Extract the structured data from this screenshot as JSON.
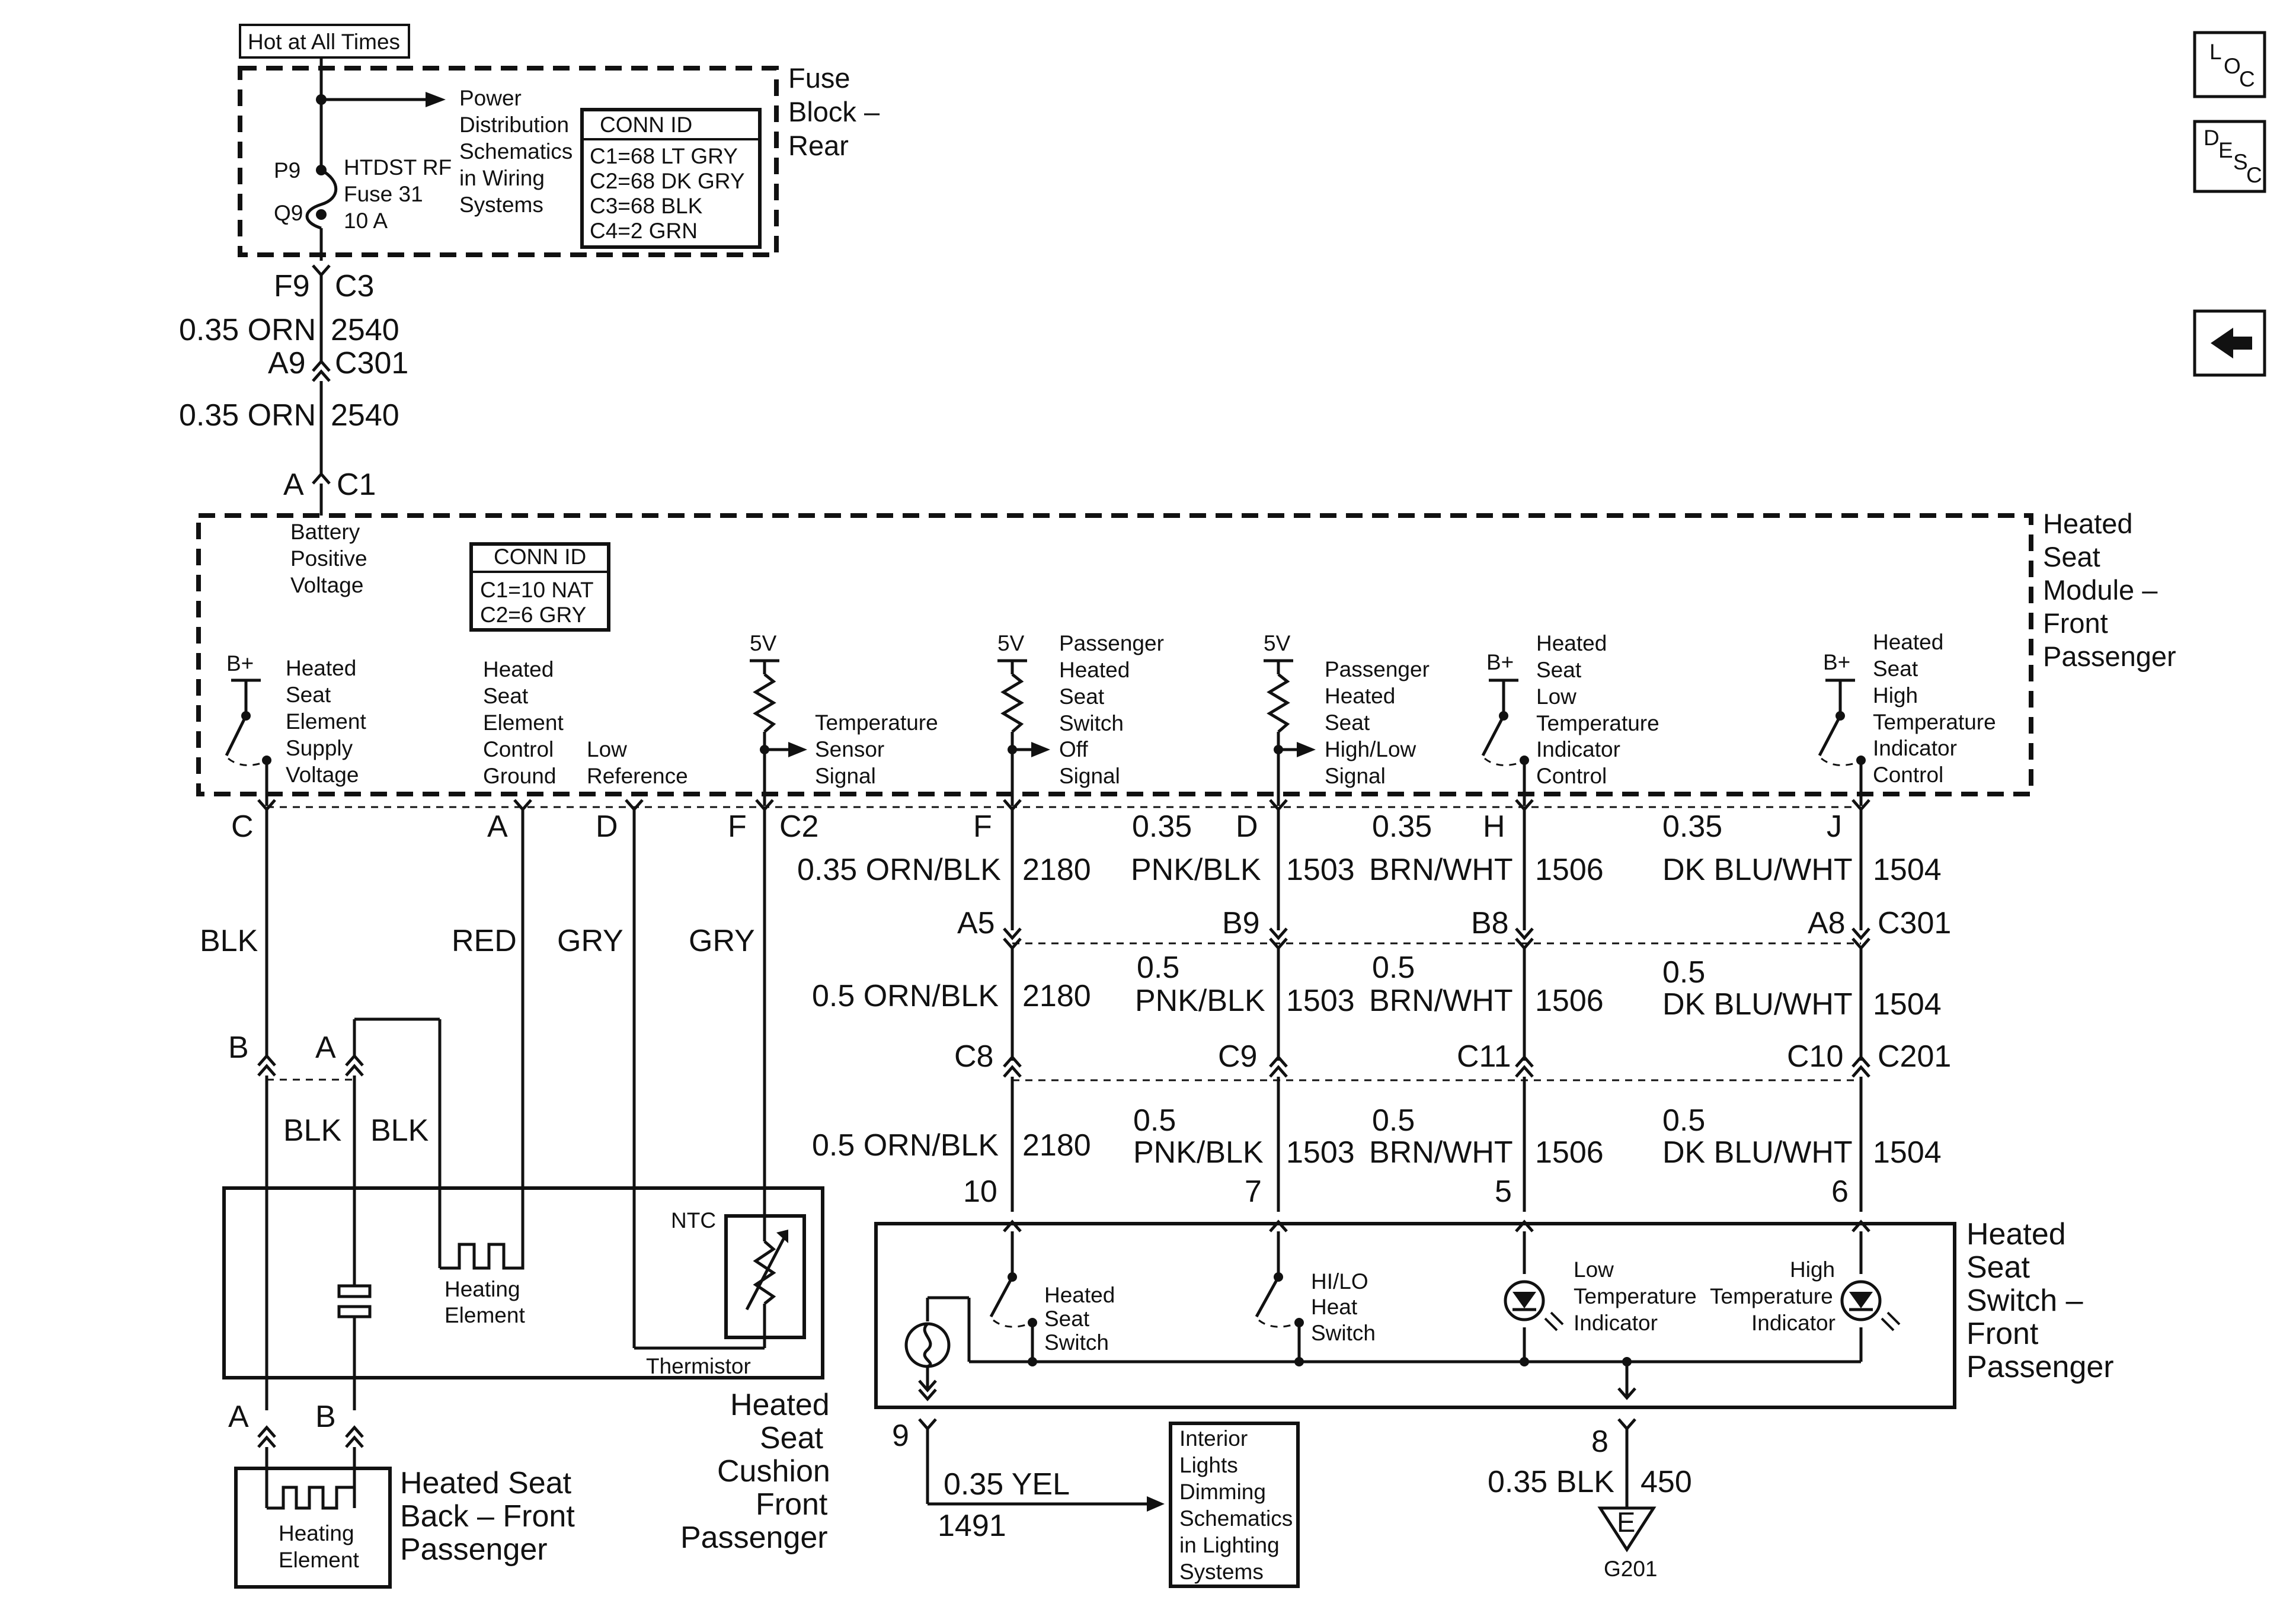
{
  "nav": {
    "loc": {
      "l1": "L",
      "l2": "O",
      "l3": "C"
    },
    "desc": {
      "l1": "D",
      "l2": "E",
      "l3": "S",
      "l4": "C"
    },
    "back_arrow": "left-arrow-icon"
  },
  "top_tag": "Hot at All Times",
  "fuse_block": {
    "title": [
      "Fuse",
      "Block –",
      "Rear"
    ],
    "pin_p": "P9",
    "pin_q": "Q9",
    "fuse_desc": [
      "HTDST RF",
      "Fuse 31",
      "10 A"
    ],
    "power_dist": [
      "Power",
      "Distribution",
      "Schematics",
      "in Wiring",
      "Systems"
    ],
    "conn_title": "CONN ID",
    "conn_lines": [
      "C1=68 LT GRY",
      "C2=68 DK GRY",
      "C3=68 BLK",
      "C4=2 GRN"
    ]
  },
  "feed": {
    "pin1": "F9",
    "conn1": "C3",
    "wire1": "0.35 ORN",
    "circ1": "2540",
    "pin2": "A9",
    "conn2": "C301",
    "wire2": "0.35 ORN",
    "circ2": "2540",
    "pin3": "A",
    "conn3": "C1"
  },
  "module": {
    "title": [
      "Heated",
      "Seat",
      "Module –",
      "Front",
      "Passenger"
    ],
    "batt_label": [
      "Battery",
      "Positive",
      "Voltage"
    ],
    "conn_title": "CONN ID",
    "conn_lines": [
      "C1=10 NAT",
      "C2=6 GRY"
    ],
    "bplus": "B+",
    "five_v": "5V",
    "supply_label": [
      "Heated",
      "Seat",
      "Element",
      "Supply",
      "Voltage"
    ],
    "control_label": [
      "Heated",
      "Seat",
      "Element",
      "Control",
      "Ground"
    ],
    "lowref_label": [
      "Low",
      "Reference"
    ],
    "temp_label": [
      "Temperature",
      "Sensor",
      "Signal"
    ],
    "off_label": [
      "Passenger",
      "Heated",
      "Seat",
      "Switch",
      "Off",
      "Signal"
    ],
    "hilo_label": [
      "Passenger",
      "Heated",
      "Seat",
      "High/Low",
      "Signal"
    ],
    "lowind_label": [
      "Heated",
      "Seat",
      "Low",
      "Temperature",
      "Indicator",
      "Control"
    ],
    "highind_label": [
      "Heated",
      "Seat",
      "High",
      "Temperature",
      "Indicator",
      "Control"
    ]
  },
  "left_wires": {
    "pin_c": "C",
    "pin_a": "A",
    "pin_d": "D",
    "pin_f": "F",
    "conn": "C2",
    "blk": "BLK",
    "red": "RED",
    "gry1": "GRY",
    "gry2": "GRY",
    "conn_b": "B",
    "conn_a": "A",
    "blk_b": "BLK",
    "blk_a": "BLK"
  },
  "cushion": {
    "ntc": "NTC",
    "heating": [
      "Heating",
      "Element"
    ],
    "thermistor": "Thermistor",
    "title": [
      "Heated",
      "Seat",
      "Cushion",
      "Front",
      "Passenger"
    ],
    "pin_a": "A",
    "pin_b": "B"
  },
  "back": {
    "heating": [
      "Heating",
      "Element"
    ],
    "title": [
      "Heated Seat",
      "Back – Front",
      "Passenger"
    ]
  },
  "right_wires": {
    "c2_pins": [
      "F",
      "D",
      "H",
      "J"
    ],
    "row1": {
      "size1": "0.35 ORN/BLK",
      "circ1": "2180",
      "size2": "0.35",
      "color2": "PNK/BLK",
      "circ2": "1503",
      "size3": "0.35",
      "color3": "BRN/WHT",
      "circ3": "1506",
      "size4": "0.35",
      "color4": "DK BLU/WHT",
      "circ4": "1504"
    },
    "c301_pins": [
      "A5",
      "B9",
      "B8",
      "A8"
    ],
    "c301": "C301",
    "row2": {
      "size1": "0.5 ORN/BLK",
      "circ1": "2180",
      "size2": "0.5",
      "color2": "PNK/BLK",
      "circ2": "1503",
      "size3": "0.5",
      "color3": "BRN/WHT",
      "circ3": "1506",
      "size4": "0.5",
      "color4": "DK BLU/WHT",
      "circ4": "1504"
    },
    "c201_pins": [
      "C8",
      "C9",
      "C11",
      "C10"
    ],
    "c201": "C201",
    "row3": {
      "size1": "0.5 ORN/BLK",
      "circ1": "2180",
      "size2": "0.5",
      "color2": "PNK/BLK",
      "circ2": "1503",
      "size3": "0.5",
      "color3": "BRN/WHT",
      "circ3": "1506",
      "size4": "0.5",
      "color4": "DK BLU/WHT",
      "circ4": "1504"
    },
    "switch_pins": [
      "10",
      "7",
      "5",
      "6"
    ]
  },
  "switch": {
    "title": [
      "Heated",
      "Seat",
      "Switch –",
      "Front",
      "Passenger"
    ],
    "heated_switch": [
      "Heated",
      "Seat",
      "Switch"
    ],
    "hilo_switch": [
      "HI/LO",
      "Heat",
      "Switch"
    ],
    "low_ind": [
      "Low",
      "Temperature",
      "Indicator"
    ],
    "high_ind": [
      "High",
      "Temperature",
      "Indicator"
    ]
  },
  "bottom": {
    "pin9": "9",
    "wire9": "0.35 YEL",
    "circ9": "1491",
    "dimming": [
      "Interior",
      "Lights",
      "Dimming",
      "Schematics",
      "in Lighting",
      "Systems"
    ],
    "pin8": "8",
    "wire8": "0.35 BLK",
    "circ8": "450",
    "ground_letter": "E",
    "ground_id": "G201"
  }
}
